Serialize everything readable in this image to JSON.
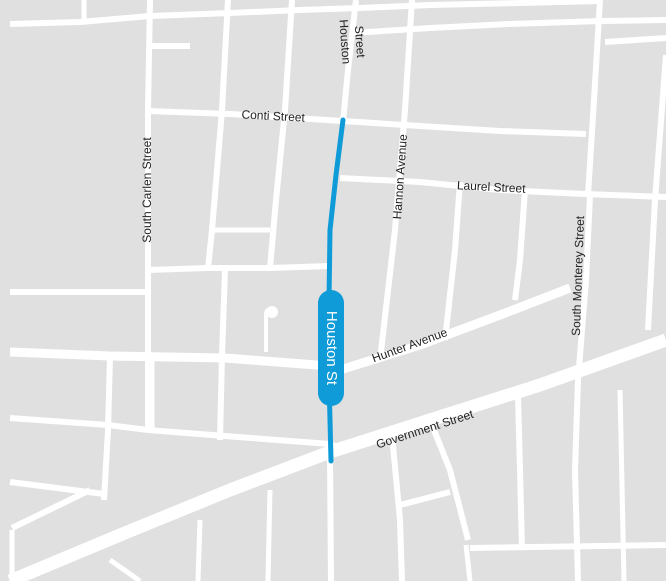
{
  "colors": {
    "land": "#e0e0e0",
    "road": "#ffffff",
    "route": "#0f9bd7",
    "label_text": "#222222",
    "route_label_text": "#ffffff"
  },
  "route": {
    "name": "Houston St"
  },
  "streets": {
    "houston_street_line1": "Houston",
    "houston_street_line2": "Street",
    "conti": "Conti Street",
    "laurel": "Laurel Street",
    "hannon": "Hannon Avenue",
    "south_carlen": "South Carlen Street",
    "south_monterey": "South Monterey Street",
    "hunter": "Hunter Avenue",
    "government": "Government Street"
  }
}
